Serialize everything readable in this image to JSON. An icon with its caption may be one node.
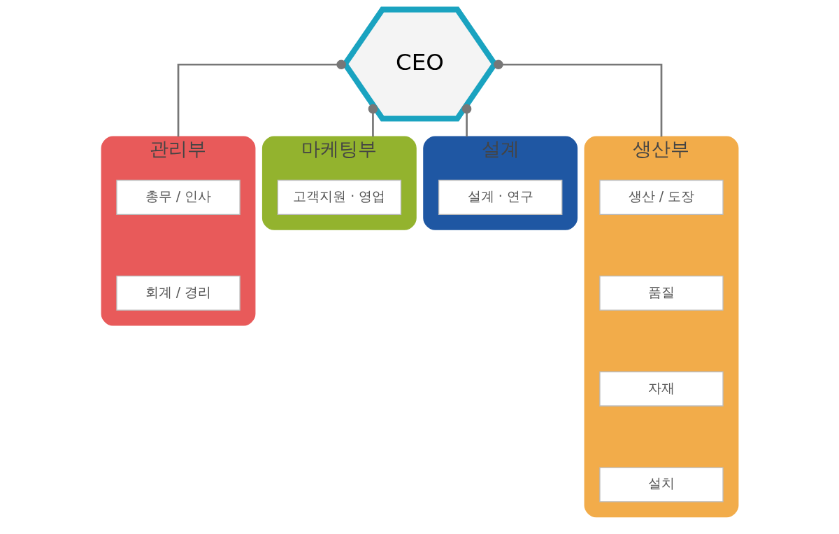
{
  "diagram": {
    "nodes": [
      {
        "text": [
          "CEO"
        ]
      },
      {
        "text": [
          "관리부"
        ]
      },
      {
        "text": [
          "총무 / 인사"
        ],
        "in": 1
      },
      {
        "text": [
          "회계 / 경리"
        ],
        "in": 1
      },
      {
        "text": [
          "마케팅부"
        ]
      },
      {
        "text": [
          "고객지원 · 영업"
        ],
        "in": 4
      },
      {
        "text": [
          "설계"
        ]
      },
      {
        "text": [
          "설계 · 연구"
        ],
        "in": 6
      },
      {
        "text": [
          "생산부"
        ]
      },
      {
        "text": [
          "생산 / 도장"
        ],
        "in": 8
      },
      {
        "text": [
          "품질"
        ],
        "in": 8
      },
      {
        "text": [
          "자재"
        ],
        "in": 8
      },
      {
        "text": [
          "설치"
        ],
        "in": 8
      }
    ],
    "edges": [
      {
        "from": 0,
        "to": 1,
        "arrow": "other"
      },
      {
        "from": 0,
        "to": 4,
        "arrow": "other"
      },
      {
        "from": 0,
        "to": 6,
        "arrow": "other"
      },
      {
        "from": 0,
        "to": 8,
        "arrow": "other"
      }
    ]
  }
}
